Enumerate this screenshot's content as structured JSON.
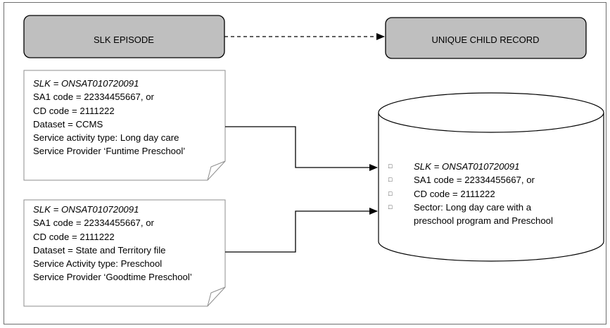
{
  "diagram": {
    "source_box": {
      "label": "SLK EPISODE"
    },
    "target_box": {
      "label": "UNIQUE CHILD RECORD"
    },
    "episode_notes": [
      {
        "lines": [
          "SLK = ONSAT010720091",
          "SA1 code = 22334455667, or",
          "CD code = 2111222",
          "Dataset = CCMS",
          "Service activity type: Long day care",
          "Service Provider ‘Funtime Preschool’"
        ]
      },
      {
        "lines": [
          "SLK = ONSAT010720091",
          "SA1 code = 22334455667, or",
          "CD code = 2111222",
          "Dataset = State and Territory file",
          "Service Activity type: Preschool",
          "Service Provider ‘Goodtime Preschool’"
        ]
      }
    ],
    "child_record": {
      "bullet_glyph": "□",
      "items": [
        "SLK = ONSAT010720091",
        "SA1 code = 22334455667, or",
        "CD code = 2111222",
        "Sector: Long day care with a",
        "preschool program and Preschool"
      ]
    }
  }
}
